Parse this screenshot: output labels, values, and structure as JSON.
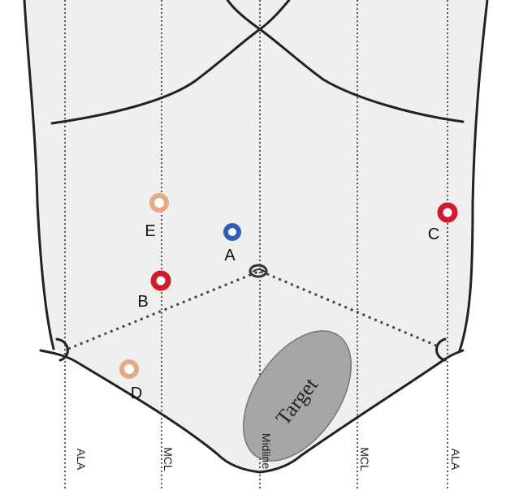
{
  "vertical_lines": [
    {
      "key": "ala-left",
      "label": "ALA"
    },
    {
      "key": "mcl-left",
      "label": "MCL"
    },
    {
      "key": "midline",
      "label": "Midline"
    },
    {
      "key": "mcl-right",
      "label": "MCL"
    },
    {
      "key": "ala-right",
      "label": "ALA"
    }
  ],
  "ports": [
    {
      "key": "a",
      "label": "A",
      "color": "#2f5fb3"
    },
    {
      "key": "b",
      "label": "B",
      "color": "#d01a2a"
    },
    {
      "key": "c",
      "label": "C",
      "color": "#d01a2a"
    },
    {
      "key": "d",
      "label": "D",
      "color": "#e8a882"
    },
    {
      "key": "e",
      "label": "E",
      "color": "#e8a882"
    }
  ],
  "target": {
    "label": "Target",
    "color": "#a6a6a6"
  },
  "colors": {
    "skin": "#efefef",
    "outline": "#222222"
  }
}
